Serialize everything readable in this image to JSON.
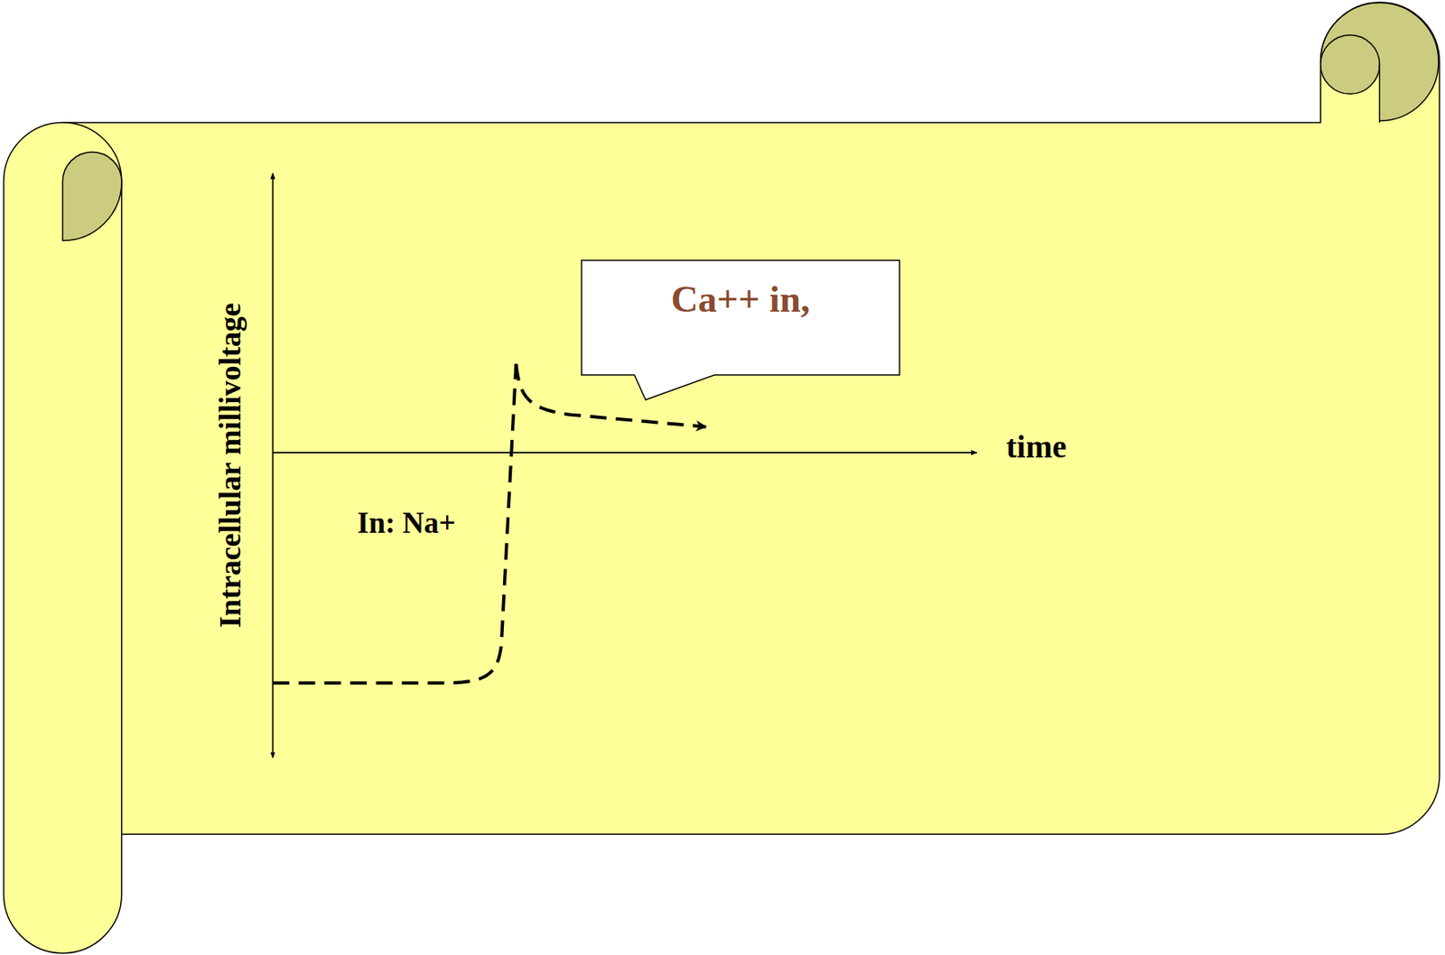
{
  "diagram": {
    "nodes": [
      {
        "text": [
          "Ca++ in,"
        ]
      }
    ],
    "labels": [
      "Intracellular millivoltage",
      "time",
      "In: Na+"
    ]
  }
}
